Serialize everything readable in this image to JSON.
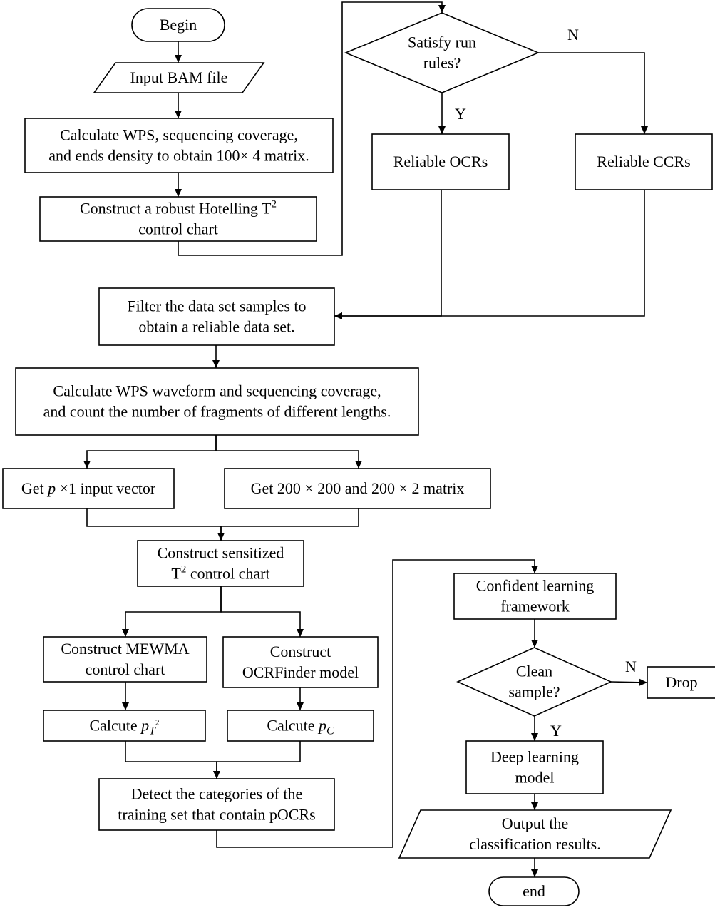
{
  "nodes": [
    {
      "id": "begin",
      "type": "terminal",
      "lines": [
        "Begin"
      ]
    },
    {
      "id": "input_bam",
      "type": "io",
      "lines": [
        "Input BAM file"
      ]
    },
    {
      "id": "calc_wps",
      "type": "process",
      "lines": [
        "Calculate WPS, sequencing coverage,",
        "and ends density to obtain 100× 4 matrix."
      ]
    },
    {
      "id": "robust_t2",
      "type": "process",
      "lines": [
        "Construct a robust Hotelling T²",
        "control chart"
      ]
    },
    {
      "id": "run_rules",
      "type": "decision",
      "lines": [
        "Satisfy run",
        "rules?"
      ]
    },
    {
      "id": "reliable_ocrs",
      "type": "process",
      "lines": [
        "Reliable OCRs"
      ]
    },
    {
      "id": "reliable_ccrs",
      "type": "process",
      "lines": [
        "Reliable CCRs"
      ]
    },
    {
      "id": "filter",
      "type": "process",
      "lines": [
        "Filter the data set samples to",
        "obtain a reliable data set."
      ]
    },
    {
      "id": "calc_waveform",
      "type": "process",
      "lines": [
        "Calculate WPS waveform and sequencing coverage,",
        "and count the number of fragments of different lengths."
      ]
    },
    {
      "id": "input_vector",
      "type": "process",
      "lines": [
        "Get p ×1 input vector"
      ]
    },
    {
      "id": "matrix",
      "type": "process",
      "lines": [
        "Get 200 × 200 and 200 × 2 matrix"
      ]
    },
    {
      "id": "sensitized_t2",
      "type": "process",
      "lines": [
        "Construct sensitized",
        "T² control chart"
      ]
    },
    {
      "id": "mewma",
      "type": "process",
      "lines": [
        "Construct MEWMA",
        "control chart"
      ]
    },
    {
      "id": "ocrfinder",
      "type": "process",
      "lines": [
        "Construct",
        "OCRFinder model"
      ]
    },
    {
      "id": "calc_pt2",
      "type": "process",
      "lines": [
        "Calcute p_T²"
      ]
    },
    {
      "id": "calc_pc",
      "type": "process",
      "lines": [
        "Calcute p_C"
      ]
    },
    {
      "id": "detect",
      "type": "process",
      "lines": [
        "Detect the categories of the",
        "training set that contain pOCRs"
      ]
    },
    {
      "id": "confident",
      "type": "process",
      "lines": [
        "Confident learning",
        "framework"
      ]
    },
    {
      "id": "clean",
      "type": "decision",
      "lines": [
        "Clean",
        "sample?"
      ]
    },
    {
      "id": "drop",
      "type": "process",
      "lines": [
        "Drop"
      ]
    },
    {
      "id": "deep",
      "type": "process",
      "lines": [
        "Deep learning",
        "model"
      ]
    },
    {
      "id": "output",
      "type": "io",
      "lines": [
        "Output  the",
        "classification results."
      ]
    },
    {
      "id": "end",
      "type": "terminal",
      "lines": [
        "end"
      ]
    }
  ],
  "edges": [
    {
      "from": "begin",
      "to": "input_bam",
      "label": ""
    },
    {
      "from": "input_bam",
      "to": "calc_wps",
      "label": ""
    },
    {
      "from": "calc_wps",
      "to": "robust_t2",
      "label": ""
    },
    {
      "from": "robust_t2",
      "to": "run_rules",
      "label": ""
    },
    {
      "from": "run_rules",
      "to": "reliable_ocrs",
      "label": "Y"
    },
    {
      "from": "run_rules",
      "to": "reliable_ccrs",
      "label": "N"
    },
    {
      "from": "reliable_ocrs",
      "to": "filter",
      "label": ""
    },
    {
      "from": "reliable_ccrs",
      "to": "filter",
      "label": ""
    },
    {
      "from": "filter",
      "to": "calc_waveform",
      "label": ""
    },
    {
      "from": "calc_waveform",
      "to": "input_vector",
      "label": ""
    },
    {
      "from": "calc_waveform",
      "to": "matrix",
      "label": ""
    },
    {
      "from": "input_vector",
      "to": "sensitized_t2",
      "label": ""
    },
    {
      "from": "matrix",
      "to": "sensitized_t2",
      "label": ""
    },
    {
      "from": "sensitized_t2",
      "to": "mewma",
      "label": ""
    },
    {
      "from": "sensitized_t2",
      "to": "ocrfinder",
      "label": ""
    },
    {
      "from": "mewma",
      "to": "calc_pt2",
      "label": ""
    },
    {
      "from": "ocrfinder",
      "to": "calc_pc",
      "label": ""
    },
    {
      "from": "calc_pt2",
      "to": "detect",
      "label": ""
    },
    {
      "from": "calc_pc",
      "to": "detect",
      "label": ""
    },
    {
      "from": "detect",
      "to": "confident",
      "label": ""
    },
    {
      "from": "confident",
      "to": "clean",
      "label": ""
    },
    {
      "from": "clean",
      "to": "drop",
      "label": "N"
    },
    {
      "from": "clean",
      "to": "deep",
      "label": "Y"
    },
    {
      "from": "deep",
      "to": "output",
      "label": ""
    },
    {
      "from": "output",
      "to": "end",
      "label": ""
    }
  ]
}
